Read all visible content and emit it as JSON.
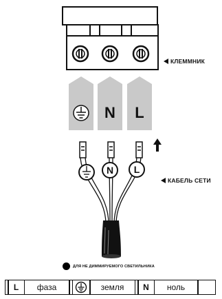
{
  "terminal_label": "КЛЕММНИК",
  "cable_label": "КАБЕЛЬ СЕТИ",
  "arrow_letters": [
    "N",
    "L"
  ],
  "cable_terminal_letters": [
    "N",
    "L"
  ],
  "note": "ДЛЯ НЕ ДИММИРУЕМОГО СВЕТИЛЬНИКА",
  "legend": {
    "phase_code": "L",
    "phase_label": "фаза",
    "earth_label": "земля",
    "neutral_code": "N",
    "neutral_label": "ноль"
  },
  "colors": {
    "arrow_fill": "#c9c9c9",
    "line": "#111111"
  },
  "icons": [
    "ground-symbol-icon",
    "up-arrow-icon",
    "bullet-dot-icon"
  ]
}
